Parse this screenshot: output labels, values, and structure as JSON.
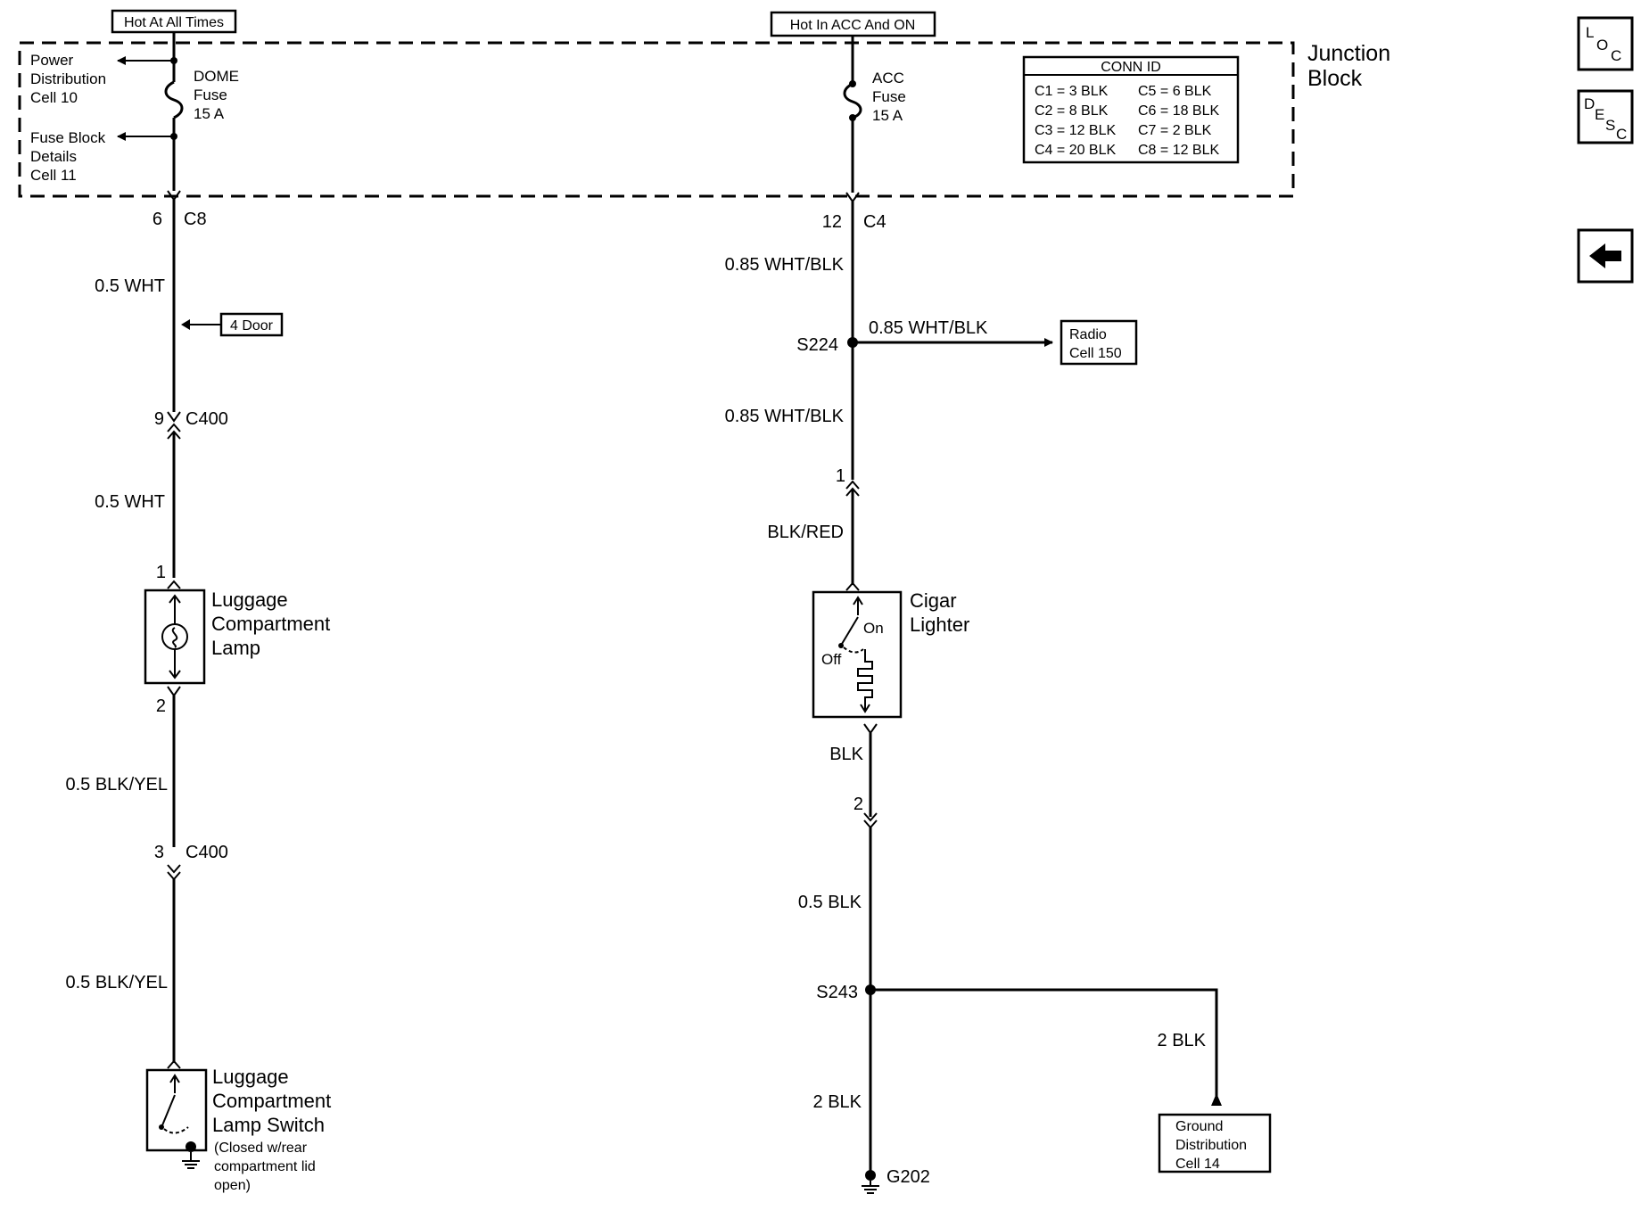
{
  "header": {
    "hot_all_times": "Hot At All Times",
    "hot_acc_on": "Hot In ACC And ON"
  },
  "junction_block": {
    "line1": "Junction",
    "line2": "Block"
  },
  "left": {
    "power_dist": [
      "Power",
      "Distribution",
      "Cell 10"
    ],
    "fuse_block": [
      "Fuse Block",
      "Details",
      "Cell 11"
    ],
    "dome_fuse": [
      "DOME",
      "Fuse",
      "15 A"
    ],
    "c8_pin": "6",
    "c8_name": "C8",
    "wire1": "0.5 WHT",
    "door_tag": "4 Door",
    "c400a_pin": "9",
    "c400a_name": "C400",
    "wire2": "0.5 WHT",
    "lamp_pin1": "1",
    "lamp_label": [
      "Luggage",
      "Compartment",
      "Lamp"
    ],
    "lamp_pin2": "2",
    "wire3": "0.5 BLK/YEL",
    "c400b_pin": "3",
    "c400b_name": "C400",
    "wire4": "0.5 BLK/YEL",
    "switch_label": [
      "Luggage",
      "Compartment",
      "Lamp Switch"
    ],
    "switch_note": [
      "(Closed w/rear",
      "compartment lid",
      "open)"
    ]
  },
  "right": {
    "acc_fuse": [
      "ACC",
      "Fuse",
      "15 A"
    ],
    "conn_id_title": "CONN ID",
    "conn_id": [
      [
        "C1 = 3 BLK",
        "C5 = 6 BLK"
      ],
      [
        "C2 = 8 BLK",
        "C6 = 18 BLK"
      ],
      [
        "C3 = 12 BLK",
        "C7 = 2 BLK"
      ],
      [
        "C4 = 20 BLK",
        "C8 = 12 BLK"
      ]
    ],
    "c4_pin": "12",
    "c4_name": "C4",
    "wire1": "0.85 WHT/BLK",
    "splice1": "S224",
    "branch_wire": "0.85 WHT/BLK",
    "radio": [
      "Radio",
      "Cell 150"
    ],
    "wire2": "0.85 WHT/BLK",
    "conn_pin1": "1",
    "wire3": "BLK/RED",
    "lighter_label": [
      "Cigar",
      "Lighter"
    ],
    "lighter_on": "On",
    "lighter_off": "Off",
    "wire4": "BLK",
    "conn_pin2": "2",
    "wire5": "0.5 BLK",
    "splice2": "S243",
    "wire6": "2 BLK",
    "ground": "G202",
    "branch_wire2": "2 BLK",
    "ground_dist": [
      "Ground",
      "Distribution",
      "Cell 14"
    ]
  },
  "nav": {
    "loc": [
      "L",
      "O",
      "C"
    ],
    "desc": [
      "D",
      "E",
      "S",
      "C"
    ],
    "back_icon": "left-arrow-icon"
  }
}
